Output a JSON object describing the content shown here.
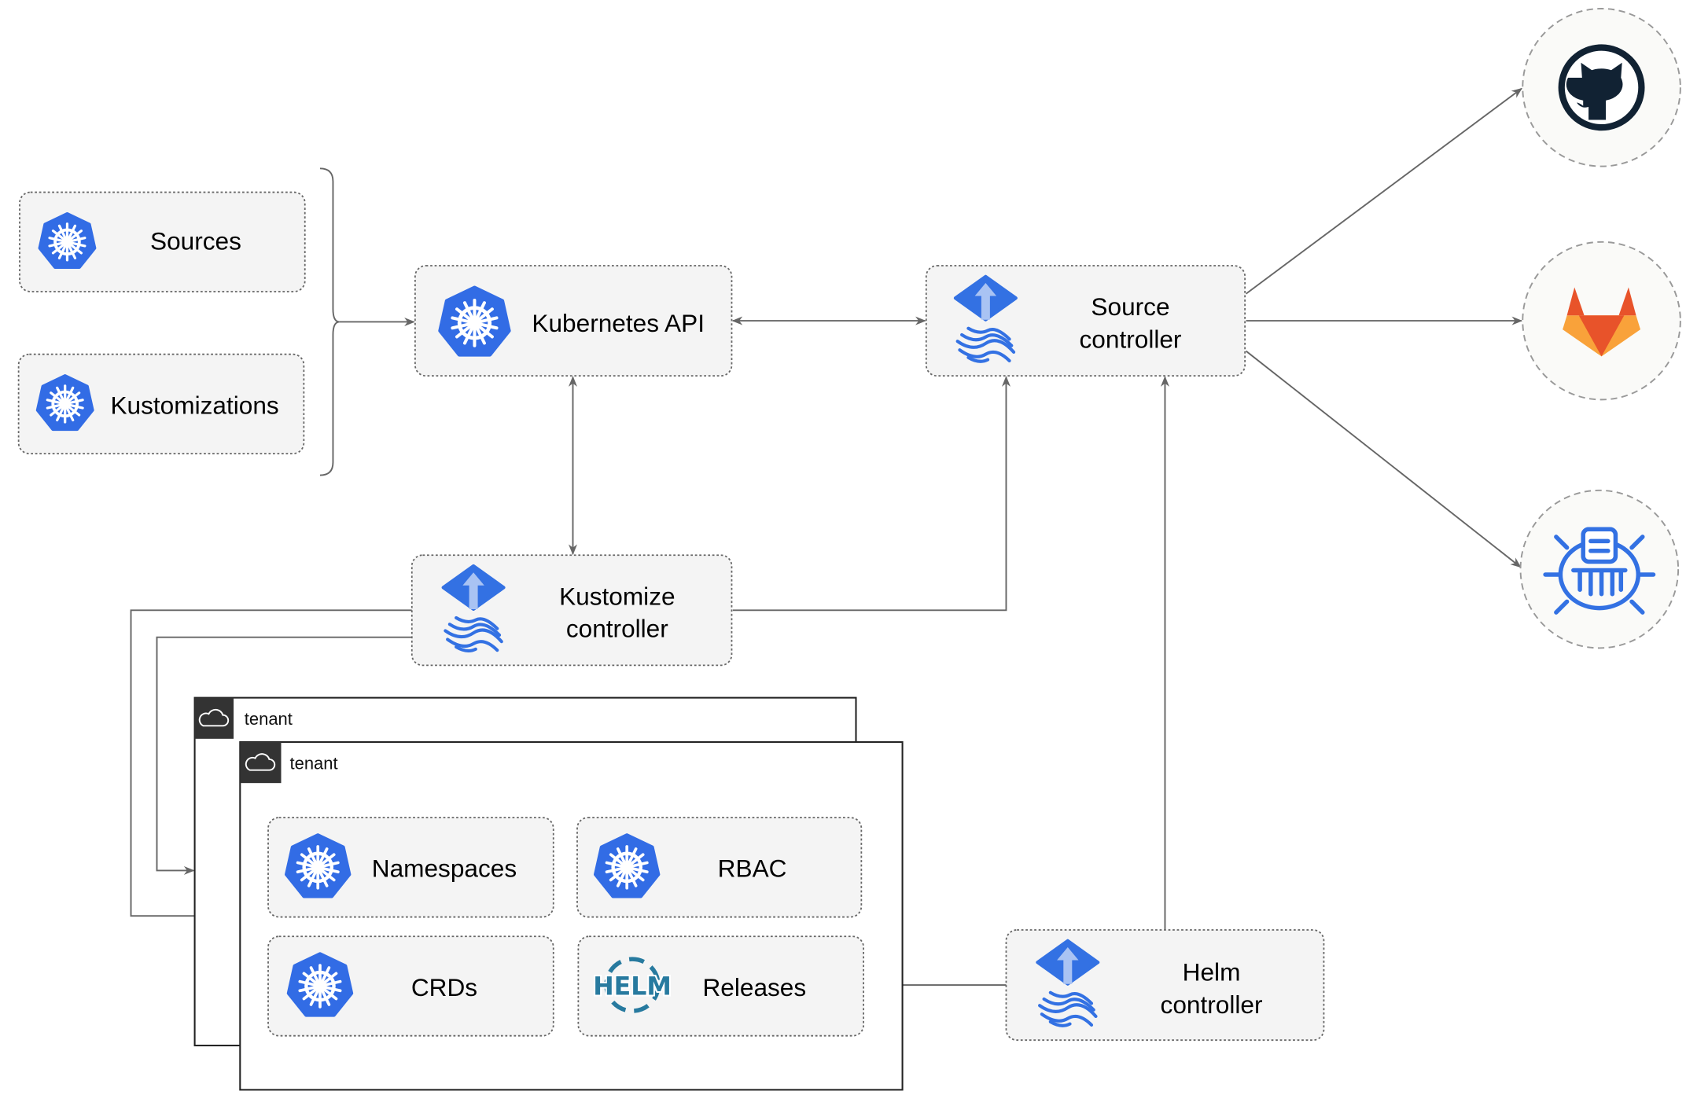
{
  "nodes": {
    "sources": "Sources",
    "kustomizations": "Kustomizations",
    "kubernetes_api": "Kubernetes API",
    "source_controller": [
      "Source",
      "controller"
    ],
    "kustomize_controller": [
      "Kustomize",
      "controller"
    ],
    "helm_controller": [
      "Helm",
      "controller"
    ],
    "namespaces": "Namespaces",
    "rbac": "RBAC",
    "crds": "CRDs",
    "releases": "Releases"
  },
  "tenants": [
    "tenant",
    "tenant"
  ],
  "helm_logo_text": "HELM",
  "external_sources": [
    "github-icon",
    "gitlab-icon",
    "bucket-icon"
  ],
  "colors": {
    "k8s_blue": "#326ce5",
    "flux_blue": "#3371e3",
    "github": "#112233",
    "gitlab_orange": "#e8532a",
    "gitlab_light": "#f9a23a",
    "helm": "#277a9f"
  }
}
